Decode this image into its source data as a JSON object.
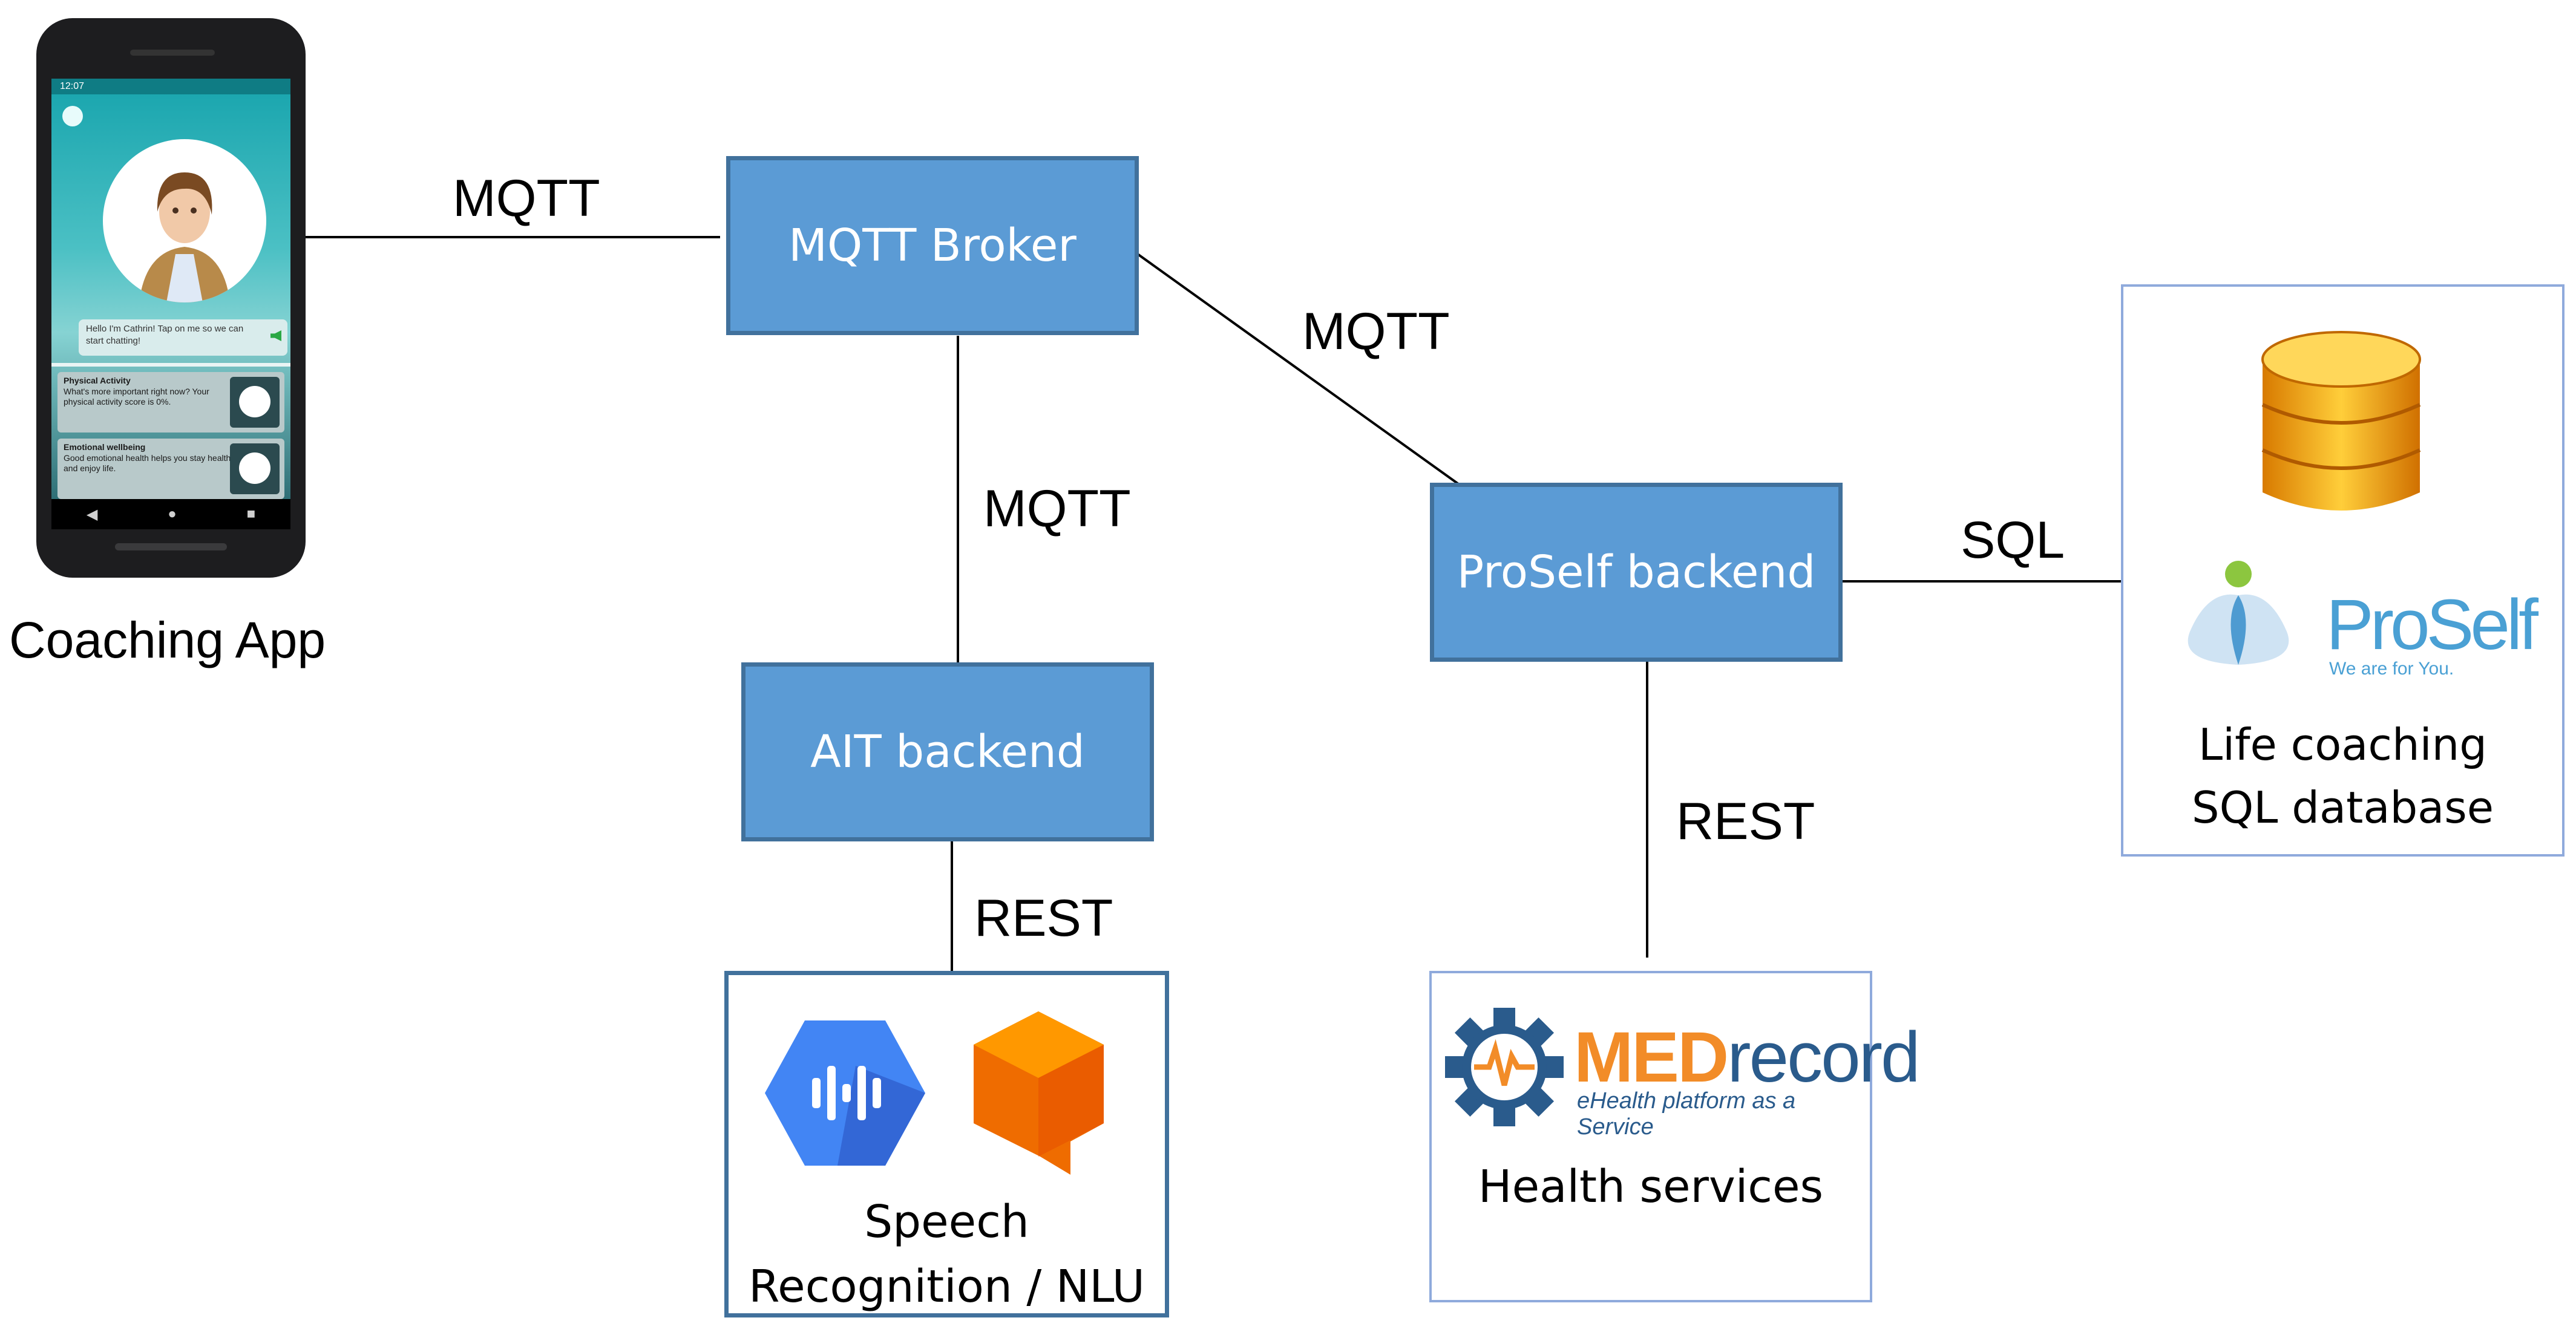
{
  "app": {
    "caption": "Coaching App",
    "status_time": "12:07",
    "chat_text": "Hello I'm Cathrin! Tap on me so we can start chatting!",
    "cards": [
      {
        "title": "Physical Activity",
        "text": "What's more important right now? Your physical activity score is 0%."
      },
      {
        "title": "Emotional wellbeing",
        "text": "Good emotional health helps you stay healthy and enjoy life."
      }
    ],
    "nav": [
      "◀",
      "●",
      "■"
    ]
  },
  "nodes": {
    "mqtt_broker": "MQTT Broker",
    "proself_backend": "ProSelf backend",
    "ait_backend": "AIT backend"
  },
  "edges": {
    "app_broker": "MQTT",
    "broker_proself": "MQTT",
    "broker_ait": "MQTT",
    "proself_db": "SQL",
    "ait_speech": "REST",
    "proself_health": "REST"
  },
  "panels": {
    "database": {
      "logo_name": "ProSelf",
      "logo_tagline": "We are for You.",
      "caption_lines": [
        "Life coaching",
        "SQL database"
      ]
    },
    "speech": {
      "caption_lines": [
        "Speech",
        "Recognition / NLU"
      ]
    },
    "health": {
      "logo_name_a": "MED",
      "logo_name_b": "record",
      "logo_tagline": "eHealth platform as a Service",
      "caption_lines": [
        "Health services"
      ]
    }
  },
  "colors": {
    "node_fill": "#5b9bd5",
    "node_border": "#41719c",
    "panel_border_dark": "#41719c",
    "panel_border_light": "#8faadc"
  },
  "icons": [
    "smartphone-icon",
    "database-icon",
    "proself-logo-icon",
    "speech-recognition-icon",
    "dialogflow-icon",
    "medrecord-gear-icon"
  ]
}
